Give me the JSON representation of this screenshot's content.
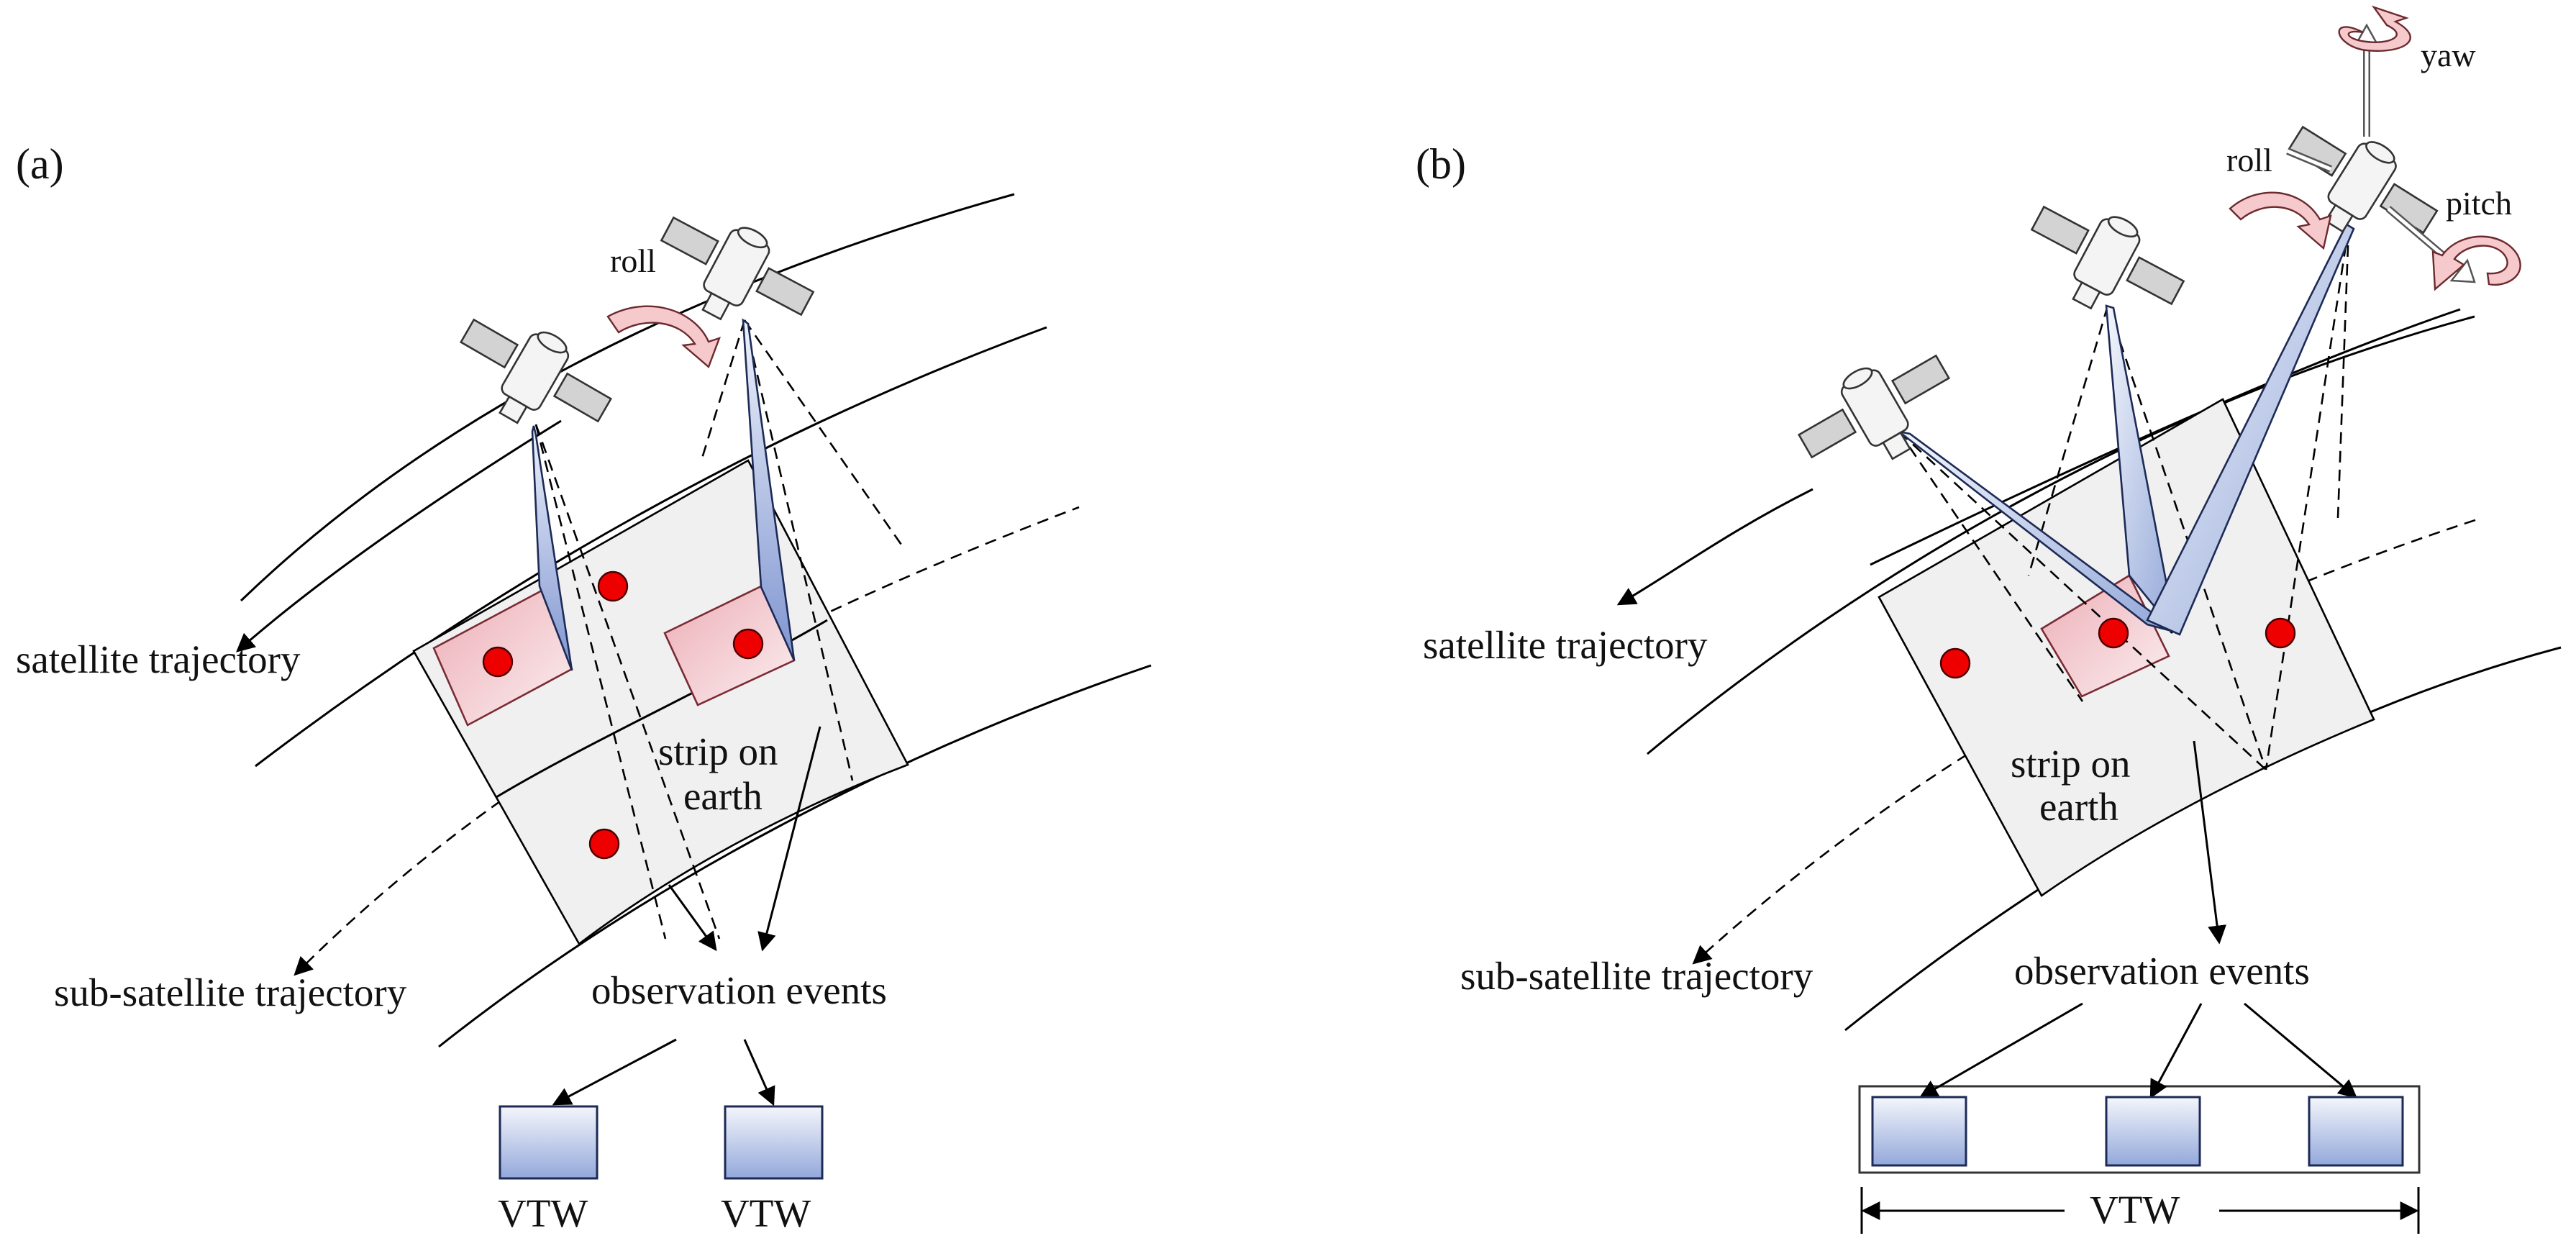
{
  "panel_a": {
    "tag": "(a)",
    "roll": "roll",
    "satellite_trajectory": "satellite trajectory",
    "sub_satellite_trajectory": "sub-satellite trajectory",
    "strip_line1": "strip on",
    "strip_line2": "earth",
    "observation_events": "observation events",
    "vtw_1": "VTW",
    "vtw_2": "VTW"
  },
  "panel_b": {
    "tag": "(b)",
    "yaw": "yaw",
    "roll": "roll",
    "pitch": "pitch",
    "satellite_trajectory": "satellite trajectory",
    "sub_satellite_trajectory": "sub-satellite trajectory",
    "strip_line1": "strip on",
    "strip_line2": "earth",
    "observation_events": "observation events",
    "vtw": "VTW"
  },
  "colors": {
    "event_dot": "#ee0000",
    "footprint_pink": "#f5d0d4",
    "beam_blue": "#8fa3d6",
    "strip_gray": "#f0f0f0",
    "rotation_arrow": "#f6c9cc"
  }
}
